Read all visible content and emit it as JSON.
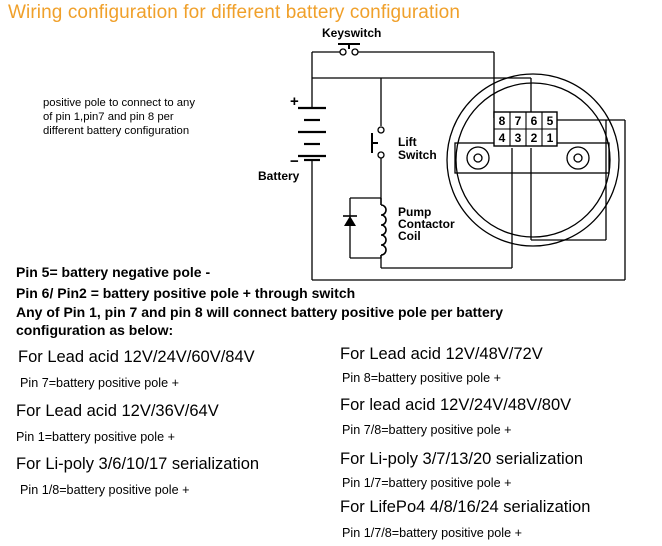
{
  "title": "Wiring configuration for different battery configuration",
  "note_lines": [
    "positive pole to connect to any",
    "of pin 1,pin7 and pin 8 per",
    "different battery configuration"
  ],
  "diagram": {
    "keyswitch_label": "Keyswitch",
    "battery_label": "Battery",
    "plus_sign": "+",
    "minus_sign": "−",
    "lift_switch_label": [
      "Lift",
      "Switch"
    ],
    "pump_label": [
      "Pump",
      "Contactor",
      "Coil"
    ],
    "pins_top": [
      "8",
      "7",
      "6",
      "5"
    ],
    "pins_bottom": [
      "4",
      "3",
      "2",
      "1"
    ]
  },
  "pin_rules": [
    "Pin 5= battery negative pole -",
    "Pin 6/ Pin2 = battery positive pole + through switch",
    "Any of Pin 1, pin 7 and pin 8 will connect battery positive pole per battery",
    "configuration as below:"
  ],
  "options_left": [
    {
      "title": "For Lead acid 12V/24V/60V/84V",
      "detail": "Pin 7=battery positive pole +"
    },
    {
      "title": "For Lead acid 12V/36V/64V",
      "detail": "Pin 1=battery positive pole +"
    },
    {
      "title": "For Li-poly 3/6/10/17 serialization",
      "detail": "Pin 1/8=battery positive pole +"
    }
  ],
  "options_right": [
    {
      "title": "For Lead acid 12V/48V/72V",
      "detail": "Pin 8=battery positive pole +"
    },
    {
      "title": "For lead acid 12V/24V/48V/80V",
      "detail": "Pin 7/8=battery positive pole +"
    },
    {
      "title": "For Li-poly 3/7/13/20 serialization",
      "detail": "Pin 1/7=battery positive pole +"
    },
    {
      "title": "For LifePo4 4/8/16/24 serialization",
      "detail": "Pin 1/7/8=battery positive pole +"
    }
  ]
}
